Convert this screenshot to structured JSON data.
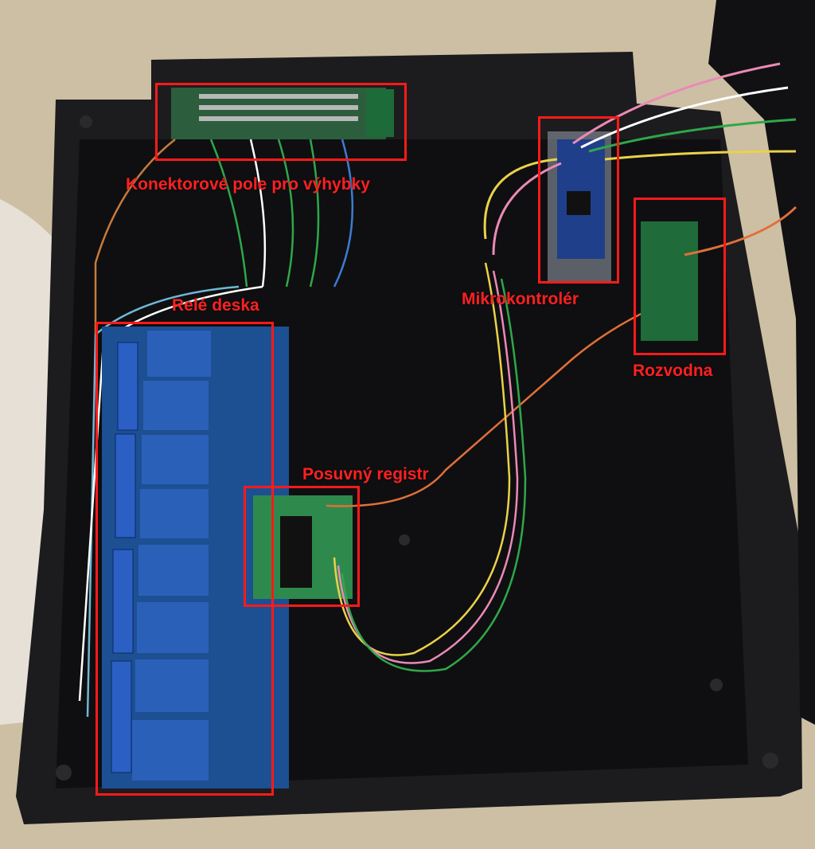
{
  "image": {
    "subject": "open-black-project-enclosure-with-electronics",
    "colors": {
      "background_wood": "#cdbfa3",
      "enclosure": "#1c1c1e",
      "relay_board": "#1d4f93",
      "relay_blue": "#2a60b8",
      "annotation_red": "#ff1a1a",
      "pcb_green": "#1f6b3a"
    }
  },
  "annotations": {
    "connector_array": "Konektorové pole pro výhybky",
    "relay_board": "Relé deska",
    "microcontroller": "Mikrokontrolér",
    "distribution_board": "Rozvodna",
    "shift_register": "Posuvný registr"
  }
}
